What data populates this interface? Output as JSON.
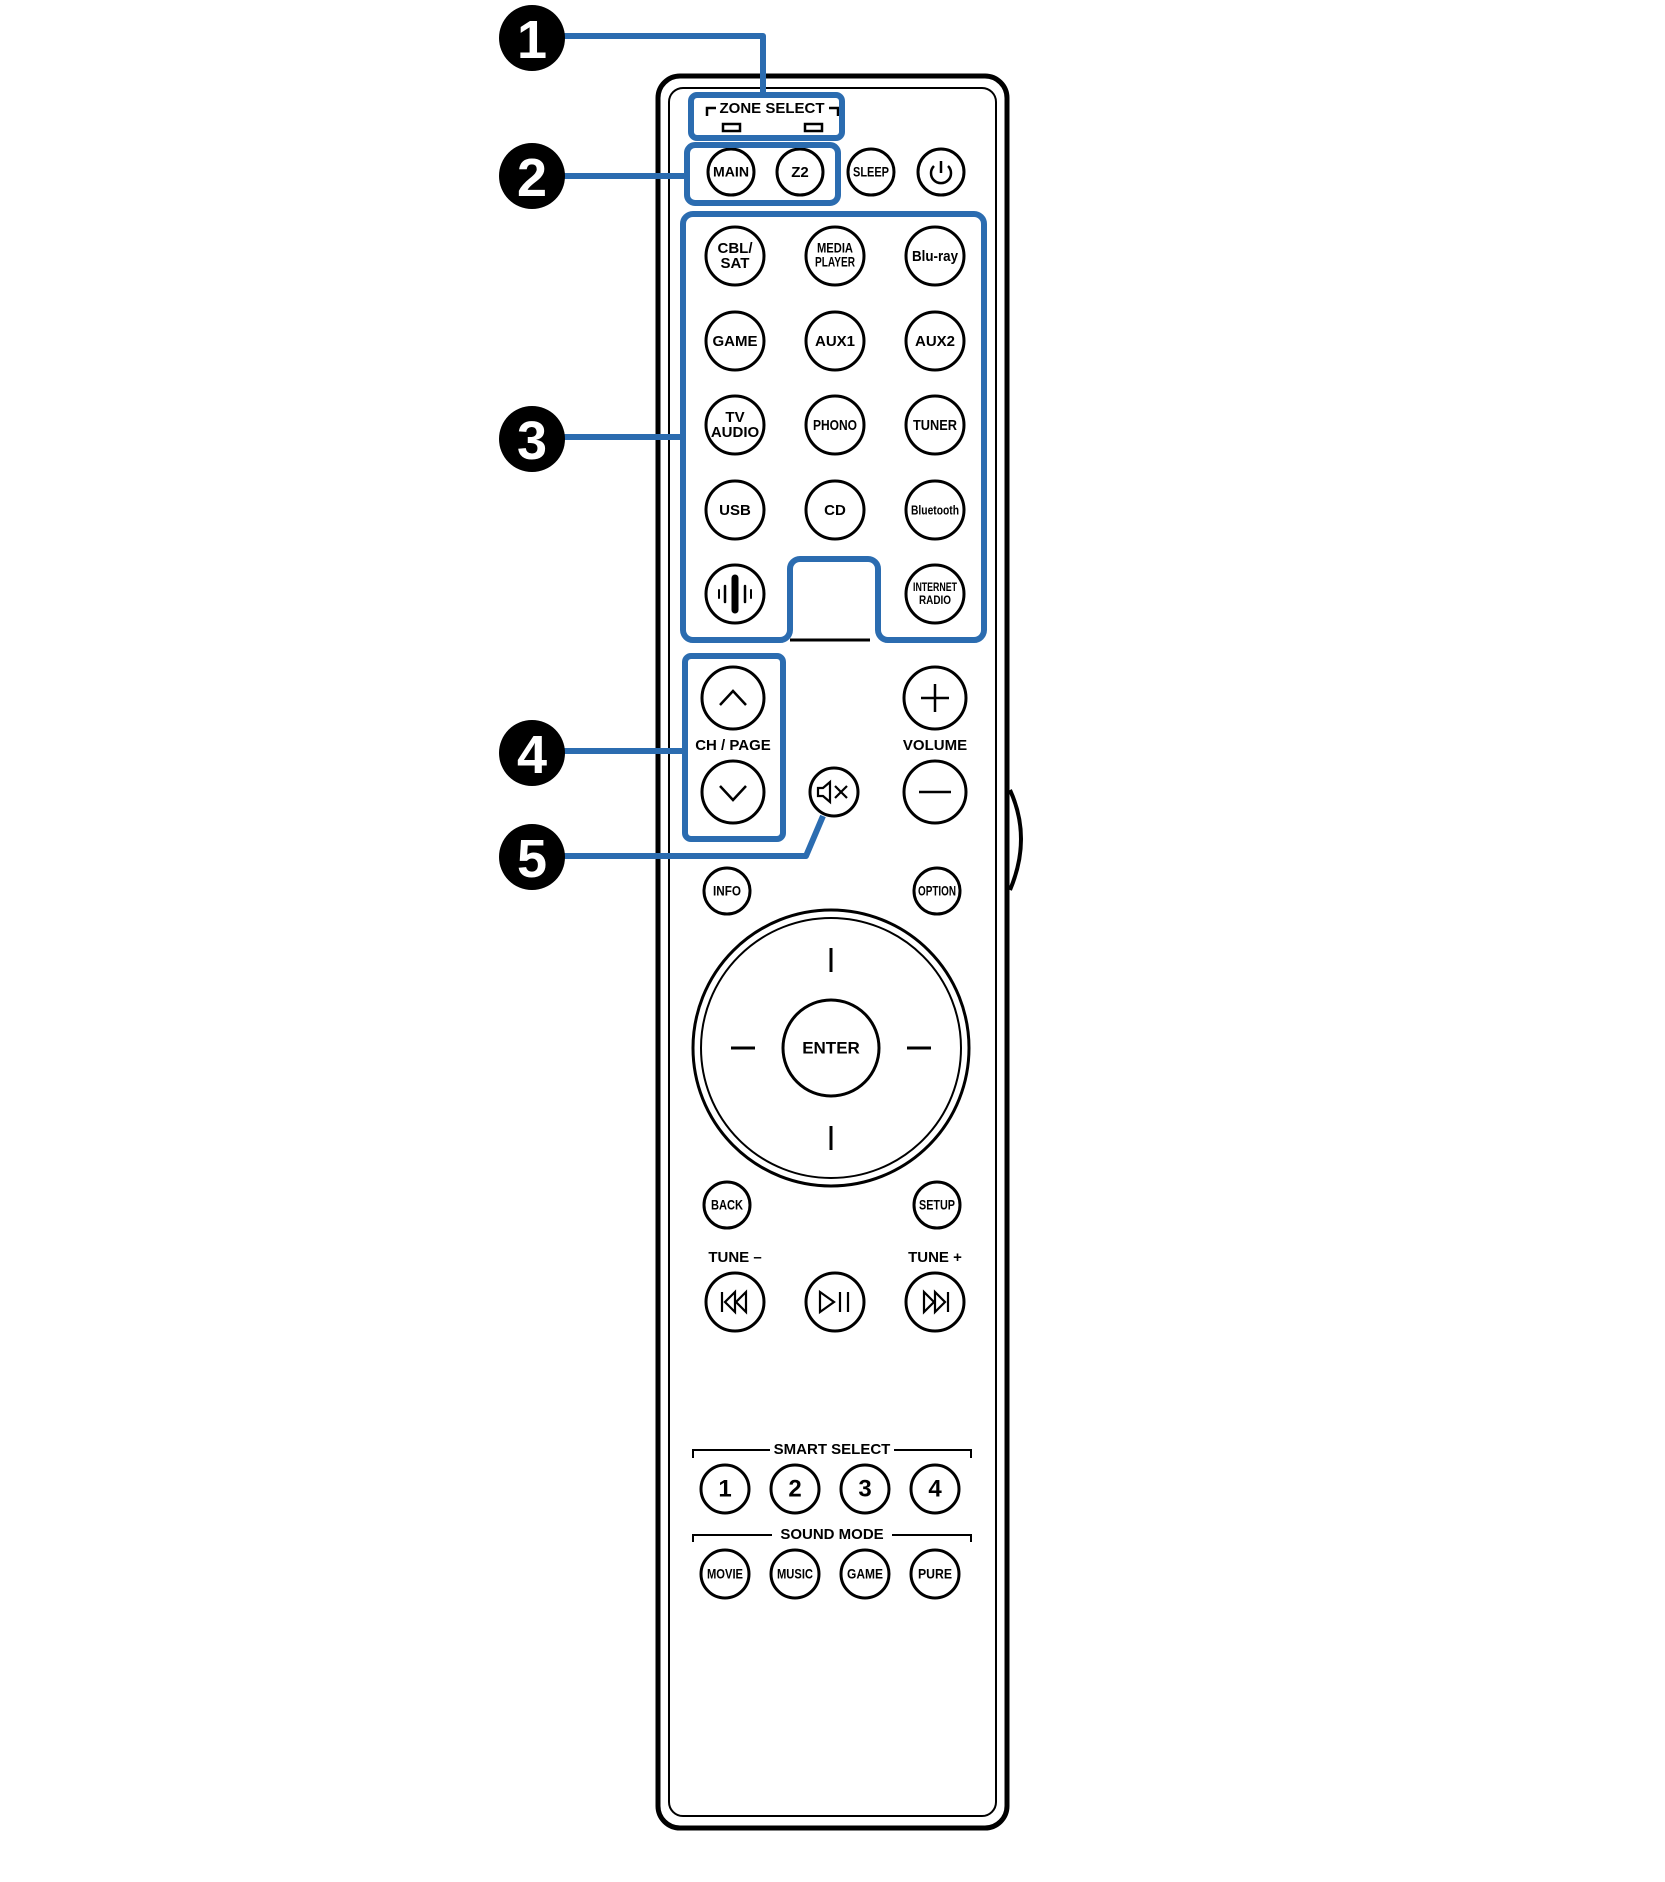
{
  "callouts": [
    "1",
    "2",
    "3",
    "4",
    "5"
  ],
  "zone_select": {
    "label": "ZONE SELECT"
  },
  "top_row": {
    "main": "MAIN",
    "z2": "Z2",
    "sleep": "SLEEP"
  },
  "sources": {
    "row1": [
      "CBL/",
      "SAT",
      "MEDIA",
      "PLAYER",
      "Blu-ray"
    ],
    "row2": [
      "GAME",
      "AUX1",
      "AUX2"
    ],
    "row3": [
      "TV",
      "AUDIO",
      "PHONO",
      "TUNER"
    ],
    "row4": [
      "USB",
      "CD",
      "Bluetooth"
    ],
    "row5": [
      "INTERNET",
      "RADIO"
    ]
  },
  "ch_page": "CH / PAGE",
  "volume": "VOLUME",
  "info": "INFO",
  "option": "OPTION",
  "enter": "ENTER",
  "back": "BACK",
  "setup": "SETUP",
  "tune_minus": "TUNE –",
  "tune_plus": "TUNE +",
  "smart_select": {
    "label": "SMART SELECT",
    "buttons": [
      "1",
      "2",
      "3",
      "4"
    ]
  },
  "sound_mode": {
    "label": "SOUND MODE",
    "buttons": [
      "MOVIE",
      "MUSIC",
      "GAME",
      "PURE"
    ]
  },
  "colors": {
    "highlight": "#2b6cb0",
    "outline": "#000000",
    "callout_bg": "#000000"
  }
}
